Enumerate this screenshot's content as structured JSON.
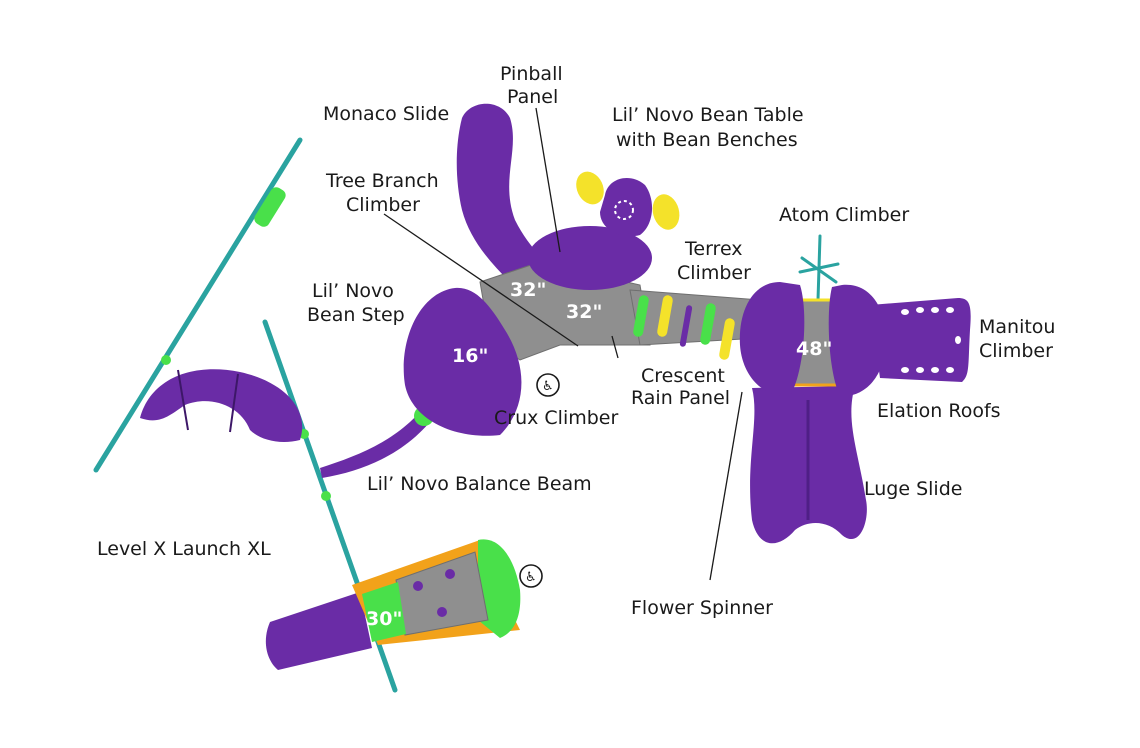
{
  "labels": {
    "monaco_slide": "Monaco Slide",
    "pinball_panel_1": "Pinball",
    "pinball_panel_2": "Panel",
    "bean_table_1": "Lil’ Novo Bean Table",
    "bean_table_2": "with Bean Benches",
    "tree_branch_1": "Tree Branch",
    "tree_branch_2": "Climber",
    "atom_climber": "Atom Climber",
    "terrex_1": "Terrex",
    "terrex_2": "Climber",
    "bean_step_1": "Lil’ Novo",
    "bean_step_2": "Bean Step",
    "manitou_1": "Manitou",
    "manitou_2": "Climber",
    "crescent_1": "Crescent",
    "crescent_2": "Rain Panel",
    "crux_climber": "Crux Climber",
    "elation_roofs": "Elation Roofs",
    "balance_beam": "Lil’ Novo Balance Beam",
    "luge_slide": "Luge Slide",
    "level_x": "Level X Launch XL",
    "flower_spinner": "Flower Spinner"
  },
  "deck_heights": {
    "h16": "16\"",
    "h32a": "32\"",
    "h32b": "32\"",
    "h48": "48\"",
    "h30": "30\""
  },
  "colors": {
    "purple": "#6a2ca6",
    "teal": "#2aa3a0",
    "green": "#49e04a",
    "yellow": "#f4e22a",
    "orange": "#f2a21a",
    "deck_gray": "#8f8f8f"
  },
  "icons": [
    "accessible-icon",
    "accessible-icon"
  ]
}
